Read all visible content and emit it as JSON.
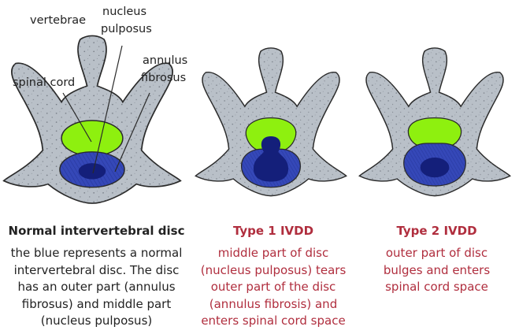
{
  "labels": {
    "vertebrae": "vertebrae",
    "nucleus_line1": "nucleus",
    "nucleus_line2": "pulposus",
    "annulus_line1": "annulus",
    "annulus_line2": "fibrosus",
    "spinal_cord": "spinal cord"
  },
  "captions": {
    "normal": {
      "title": "Normal intervertebral disc",
      "lines": [
        "the blue represents a normal",
        "intervertebral disc. The disc",
        "has an outer part (annulus",
        "fibrosus) and middle part",
        "(nucleus pulposus)"
      ]
    },
    "type1": {
      "title": "Type 1 IVDD",
      "lines": [
        "middle part of disc",
        "(nucleus pulposus) tears",
        "outer part of the disc",
        "(annulus fibrosis) and",
        "enters spinal cord space"
      ]
    },
    "type2": {
      "title": "Type 2 IVDD",
      "lines": [
        "outer part of disc",
        "bulges and enters",
        "spinal cord space"
      ]
    }
  },
  "colors": {
    "bone": "#b9c0c8",
    "bone_outline": "#2a2a2a",
    "spinal_cord": "#8ef00f",
    "annulus": "#3548b8",
    "nucleus": "#141f7a",
    "caption_red": "#b02e3e",
    "text": "#222222"
  }
}
